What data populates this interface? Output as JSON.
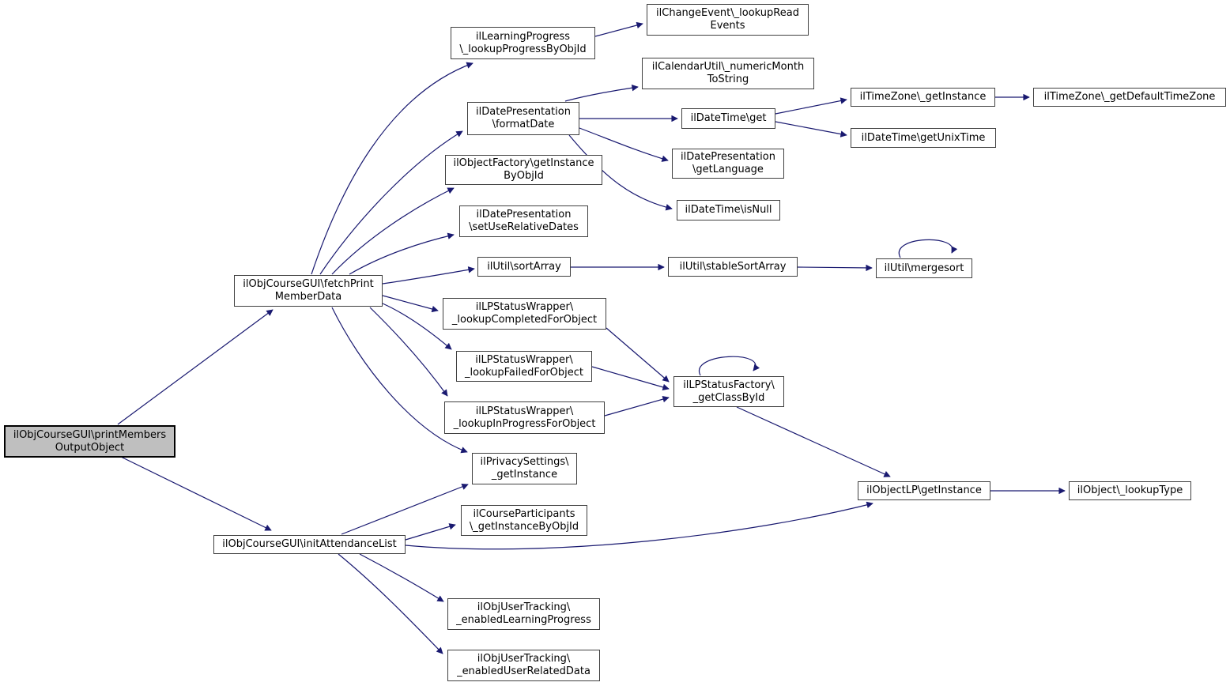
{
  "diagram": {
    "type": "call-graph",
    "root_function": "ilObjCourseGUI\\printMembersOutputObject",
    "colors": {
      "edge": "#191970",
      "node_background": "#ffffff",
      "node_border": "#404040",
      "highlight_background": "#bfbfbf",
      "highlight_border": "#000000",
      "text": "#000000",
      "canvas": "#ffffff"
    }
  },
  "nodes": [
    {
      "id": "printMembersOutputObject",
      "label": "ilObjCourseGUI\\printMembers\nOutputObject",
      "highlighted": true
    },
    {
      "id": "fetchPrintMemberData",
      "label": "ilObjCourseGUI\\fetchPrint\nMemberData",
      "highlighted": false
    },
    {
      "id": "initAttendanceList",
      "label": "ilObjCourseGUI\\initAttendanceList",
      "highlighted": false
    },
    {
      "id": "lookupProgressByObjId",
      "label": "ilLearningProgress\n\\_lookupProgressByObjId",
      "highlighted": false
    },
    {
      "id": "lookupReadEvents",
      "label": "ilChangeEvent\\_lookupRead\nEvents",
      "highlighted": false
    },
    {
      "id": "numericMonthToString",
      "label": "ilCalendarUtil\\_numericMonth\nToString",
      "highlighted": false
    },
    {
      "id": "formatDate",
      "label": "ilDatePresentation\n\\formatDate",
      "highlighted": false
    },
    {
      "id": "getInstanceByObjId",
      "label": "ilObjectFactory\\getInstance\nByObjId",
      "highlighted": false
    },
    {
      "id": "setUseRelativeDates",
      "label": "ilDatePresentation\n\\setUseRelativeDates",
      "highlighted": false
    },
    {
      "id": "dateTimeGet",
      "label": "ilDateTime\\get",
      "highlighted": false
    },
    {
      "id": "getLanguage",
      "label": "ilDatePresentation\n\\getLanguage",
      "highlighted": false
    },
    {
      "id": "isNull",
      "label": "ilDateTime\\isNull",
      "highlighted": false
    },
    {
      "id": "tzGetInstance",
      "label": "ilTimeZone\\_getInstance",
      "highlighted": false
    },
    {
      "id": "tzGetDefaultTimeZone",
      "label": "ilTimeZone\\_getDefaultTimeZone",
      "highlighted": false
    },
    {
      "id": "getUnixTime",
      "label": "ilDateTime\\getUnixTime",
      "highlighted": false
    },
    {
      "id": "sortArray",
      "label": "ilUtil\\sortArray",
      "highlighted": false
    },
    {
      "id": "stableSortArray",
      "label": "ilUtil\\stableSortArray",
      "highlighted": false
    },
    {
      "id": "mergesort",
      "label": "ilUtil\\mergesort",
      "highlighted": false
    },
    {
      "id": "lookupCompletedForObject",
      "label": "ilLPStatusWrapper\\\n_lookupCompletedForObject",
      "highlighted": false
    },
    {
      "id": "lookupFailedForObject",
      "label": "ilLPStatusWrapper\\\n_lookupFailedForObject",
      "highlighted": false
    },
    {
      "id": "lookupInProgressForObject",
      "label": "ilLPStatusWrapper\\\n_lookupInProgressForObject",
      "highlighted": false
    },
    {
      "id": "getClassById",
      "label": "ilLPStatusFactory\\\n_getClassById",
      "highlighted": false
    },
    {
      "id": "privacyGetInstance",
      "label": "ilPrivacySettings\\\n_getInstance",
      "highlighted": false
    },
    {
      "id": "courseParticipantsGetInstanceByObjId",
      "label": "ilCourseParticipants\n\\_getInstanceByObjId",
      "highlighted": false
    },
    {
      "id": "objectLPGetInstance",
      "label": "ilObjectLP\\getInstance",
      "highlighted": false
    },
    {
      "id": "objectLookupType",
      "label": "ilObject\\_lookupType",
      "highlighted": false
    },
    {
      "id": "enabledLearningProgress",
      "label": "ilObjUserTracking\\\n_enabledLearningProgress",
      "highlighted": false
    },
    {
      "id": "enabledUserRelatedData",
      "label": "ilObjUserTracking\\\n_enabledUserRelatedData",
      "highlighted": false
    }
  ],
  "edges": [
    {
      "from": "printMembersOutputObject",
      "to": "fetchPrintMemberData"
    },
    {
      "from": "printMembersOutputObject",
      "to": "initAttendanceList"
    },
    {
      "from": "fetchPrintMemberData",
      "to": "lookupProgressByObjId"
    },
    {
      "from": "fetchPrintMemberData",
      "to": "formatDate"
    },
    {
      "from": "fetchPrintMemberData",
      "to": "getInstanceByObjId"
    },
    {
      "from": "fetchPrintMemberData",
      "to": "setUseRelativeDates"
    },
    {
      "from": "fetchPrintMemberData",
      "to": "sortArray"
    },
    {
      "from": "fetchPrintMemberData",
      "to": "lookupCompletedForObject"
    },
    {
      "from": "fetchPrintMemberData",
      "to": "lookupFailedForObject"
    },
    {
      "from": "fetchPrintMemberData",
      "to": "lookupInProgressForObject"
    },
    {
      "from": "fetchPrintMemberData",
      "to": "privacyGetInstance"
    },
    {
      "from": "lookupProgressByObjId",
      "to": "lookupReadEvents"
    },
    {
      "from": "formatDate",
      "to": "numericMonthToString"
    },
    {
      "from": "formatDate",
      "to": "dateTimeGet"
    },
    {
      "from": "formatDate",
      "to": "getLanguage"
    },
    {
      "from": "formatDate",
      "to": "isNull"
    },
    {
      "from": "dateTimeGet",
      "to": "tzGetInstance"
    },
    {
      "from": "dateTimeGet",
      "to": "getUnixTime"
    },
    {
      "from": "tzGetInstance",
      "to": "tzGetDefaultTimeZone"
    },
    {
      "from": "sortArray",
      "to": "stableSortArray"
    },
    {
      "from": "stableSortArray",
      "to": "mergesort"
    },
    {
      "from": "mergesort",
      "to": "mergesort"
    },
    {
      "from": "lookupCompletedForObject",
      "to": "getClassById"
    },
    {
      "from": "lookupFailedForObject",
      "to": "getClassById"
    },
    {
      "from": "lookupInProgressForObject",
      "to": "getClassById"
    },
    {
      "from": "getClassById",
      "to": "getClassById"
    },
    {
      "from": "getClassById",
      "to": "objectLPGetInstance"
    },
    {
      "from": "objectLPGetInstance",
      "to": "objectLookupType"
    },
    {
      "from": "initAttendanceList",
      "to": "privacyGetInstance"
    },
    {
      "from": "initAttendanceList",
      "to": "courseParticipantsGetInstanceByObjId"
    },
    {
      "from": "initAttendanceList",
      "to": "objectLPGetInstance"
    },
    {
      "from": "initAttendanceList",
      "to": "enabledLearningProgress"
    },
    {
      "from": "initAttendanceList",
      "to": "enabledUserRelatedData"
    }
  ]
}
